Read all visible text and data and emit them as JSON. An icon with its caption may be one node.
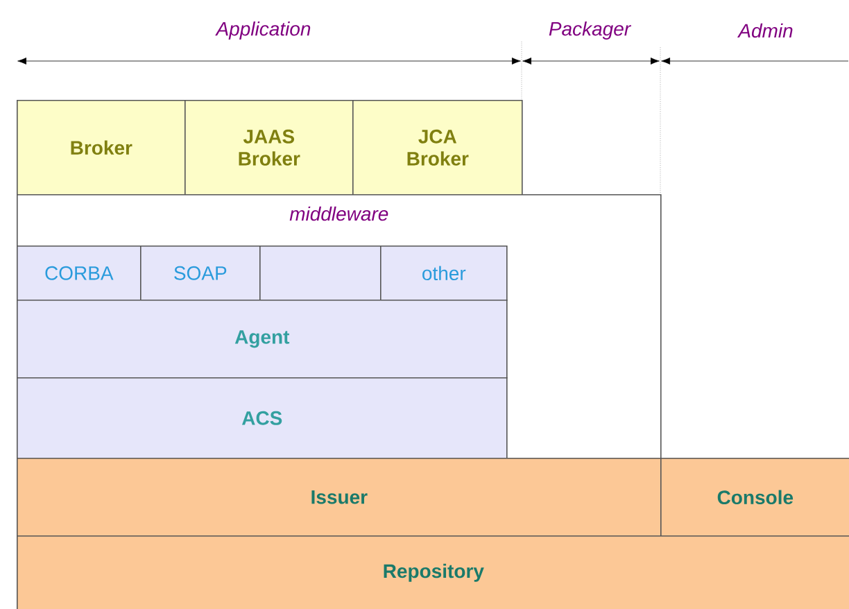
{
  "diagram": {
    "nodes": [
      {
        "text": [
          "Broker"
        ]
      },
      {
        "text": [
          "JAAS Broker"
        ]
      },
      {
        "text": [
          "JCA Broker"
        ]
      },
      {
        "text": [
          "middleware"
        ]
      },
      {
        "text": [
          "CORBA"
        ],
        "in": 3
      },
      {
        "text": [
          "SOAP"
        ],
        "in": 3
      },
      {
        "text": [],
        "shape": "box",
        "in": 3
      },
      {
        "text": [
          "other"
        ],
        "in": 3
      },
      {
        "text": [
          "Agent"
        ],
        "in": 3
      },
      {
        "text": [
          "ACS"
        ],
        "in": 3
      },
      {
        "text": [
          "Issuer"
        ]
      },
      {
        "text": [
          "Console"
        ]
      },
      {
        "text": [
          "Repository"
        ]
      }
    ],
    "labels": [
      "Application",
      "Packager",
      "Admin"
    ]
  }
}
